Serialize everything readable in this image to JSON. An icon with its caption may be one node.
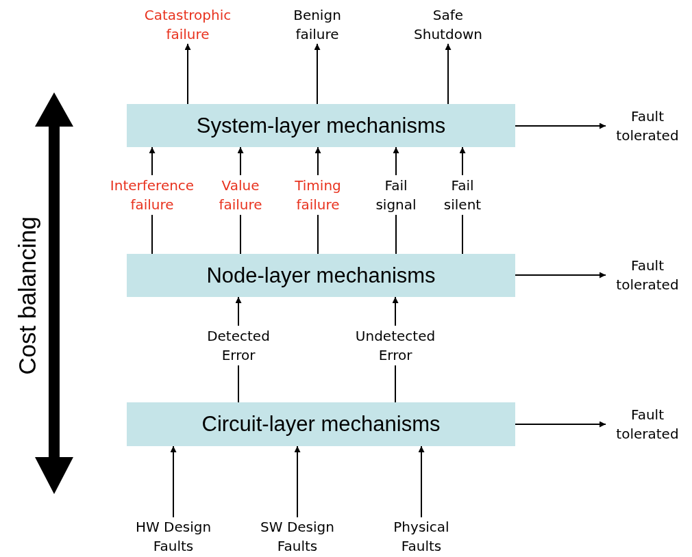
{
  "diagram": {
    "nodes": [
      {
        "text": [
          "Catastrophic failure"
        ]
      },
      {
        "text": [
          "Benign failure"
        ]
      },
      {
        "text": [
          "Safe Shutdown"
        ]
      },
      {
        "text": [
          "System-layer mechanisms"
        ]
      },
      {
        "text": [
          "Fault tolerated"
        ]
      },
      {
        "text": [
          "Interference failure"
        ]
      },
      {
        "text": [
          "Value failure"
        ]
      },
      {
        "text": [
          "Timing failure"
        ]
      },
      {
        "text": [
          "Fail signal"
        ]
      },
      {
        "text": [
          "Fail silent"
        ]
      },
      {
        "text": [
          "Node-layer mechanisms"
        ]
      },
      {
        "text": [
          "Fault tolerated"
        ]
      },
      {
        "text": [
          "Detected Error"
        ]
      },
      {
        "text": [
          "Undetected Error"
        ]
      },
      {
        "text": [
          "Circuit-layer mechanisms"
        ]
      },
      {
        "text": [
          "Fault tolerated"
        ]
      },
      {
        "text": [
          "HW Design Faults"
        ]
      },
      {
        "text": [
          "SW Design Faults"
        ]
      },
      {
        "text": [
          "Physical Faults"
        ]
      }
    ],
    "edges": [
      {
        "from": 3,
        "to": 0,
        "arrow": "to"
      },
      {
        "from": 3,
        "to": 1,
        "arrow": "to"
      },
      {
        "from": 3,
        "to": 2,
        "arrow": "to"
      },
      {
        "from": 3,
        "to": 4,
        "arrow": "to"
      },
      {
        "from": 10,
        "to": 5,
        "arrow": "none"
      },
      {
        "from": 5,
        "to": 3,
        "arrow": "to"
      },
      {
        "from": 10,
        "to": 6,
        "arrow": "none"
      },
      {
        "from": 6,
        "to": 3,
        "arrow": "to"
      },
      {
        "from": 10,
        "to": 7,
        "arrow": "none"
      },
      {
        "from": 7,
        "to": 3,
        "arrow": "to"
      },
      {
        "from": 10,
        "to": 8,
        "arrow": "none"
      },
      {
        "from": 8,
        "to": 3,
        "arrow": "to"
      },
      {
        "from": 10,
        "to": 9,
        "arrow": "none"
      },
      {
        "from": 9,
        "to": 3,
        "arrow": "to"
      },
      {
        "from": 10,
        "to": 11,
        "arrow": "to"
      },
      {
        "from": 14,
        "to": 12,
        "arrow": "none"
      },
      {
        "from": 12,
        "to": 10,
        "arrow": "to"
      },
      {
        "from": 14,
        "to": 13,
        "arrow": "none"
      },
      {
        "from": 13,
        "to": 10,
        "arrow": "to"
      },
      {
        "from": 14,
        "to": 15,
        "arrow": "to"
      },
      {
        "from": 16,
        "to": 14,
        "arrow": "to"
      },
      {
        "from": 17,
        "to": 14,
        "arrow": "to"
      },
      {
        "from": 18,
        "to": 14,
        "arrow": "to"
      }
    ],
    "labels": [
      "Cost balancing"
    ]
  }
}
